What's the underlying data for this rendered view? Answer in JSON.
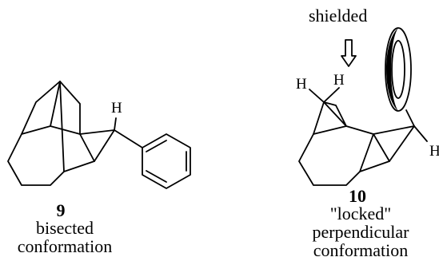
{
  "compound_9": {
    "atom_label": "H",
    "number": "9",
    "caption_lines": [
      "bisected",
      "conformation"
    ]
  },
  "compound_10": {
    "annotation": "shielded",
    "atom_labels": [
      "H",
      "H",
      "H"
    ],
    "number": "10",
    "caption_lines": [
      "\"locked\"",
      "perpendicular",
      "conformation"
    ]
  }
}
